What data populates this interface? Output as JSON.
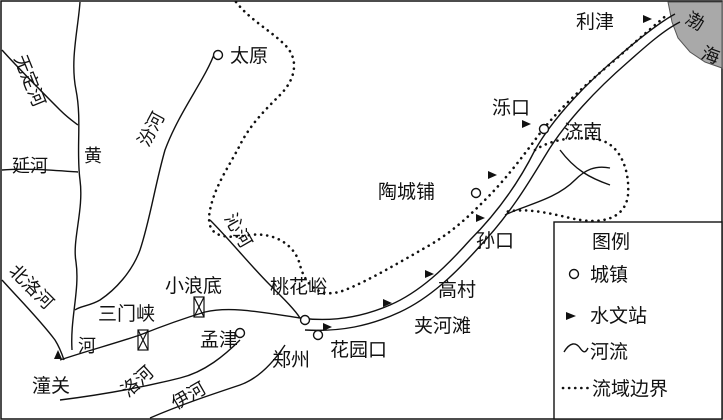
{
  "cities": {
    "taiyuan": "太原",
    "jinan": "济南",
    "taocheng": "陶城铺",
    "lijin": "利津",
    "luokou": "泺口",
    "sunkou": "孙口",
    "gaocun": "高村",
    "jiahetan": "夹河滩",
    "huayuankou": "花园口",
    "zhengzhou": "郑州",
    "taohuayu": "桃花峪",
    "xiaolangdi": "小浪底",
    "sanmenxia": "三门峡",
    "mengjin": "孟津",
    "tongguan": "潼关"
  },
  "rivers": {
    "wuding": "无定河",
    "fen": "汾河",
    "yan": "延河",
    "huang": "黄",
    "he": "河",
    "qin": "沁河",
    "beiluo": "北洛河",
    "luo": "洛河",
    "yi": "伊河"
  },
  "sea": {
    "bohai_1": "渤",
    "bohai_2": "海"
  },
  "legend": {
    "title": "图例",
    "town": "城镇",
    "station": "水文站",
    "river": "河流",
    "boundary": "流域边界"
  },
  "colors": {
    "ink": "#111111",
    "sea": "#a9a9a9",
    "background": "#ffffff"
  }
}
